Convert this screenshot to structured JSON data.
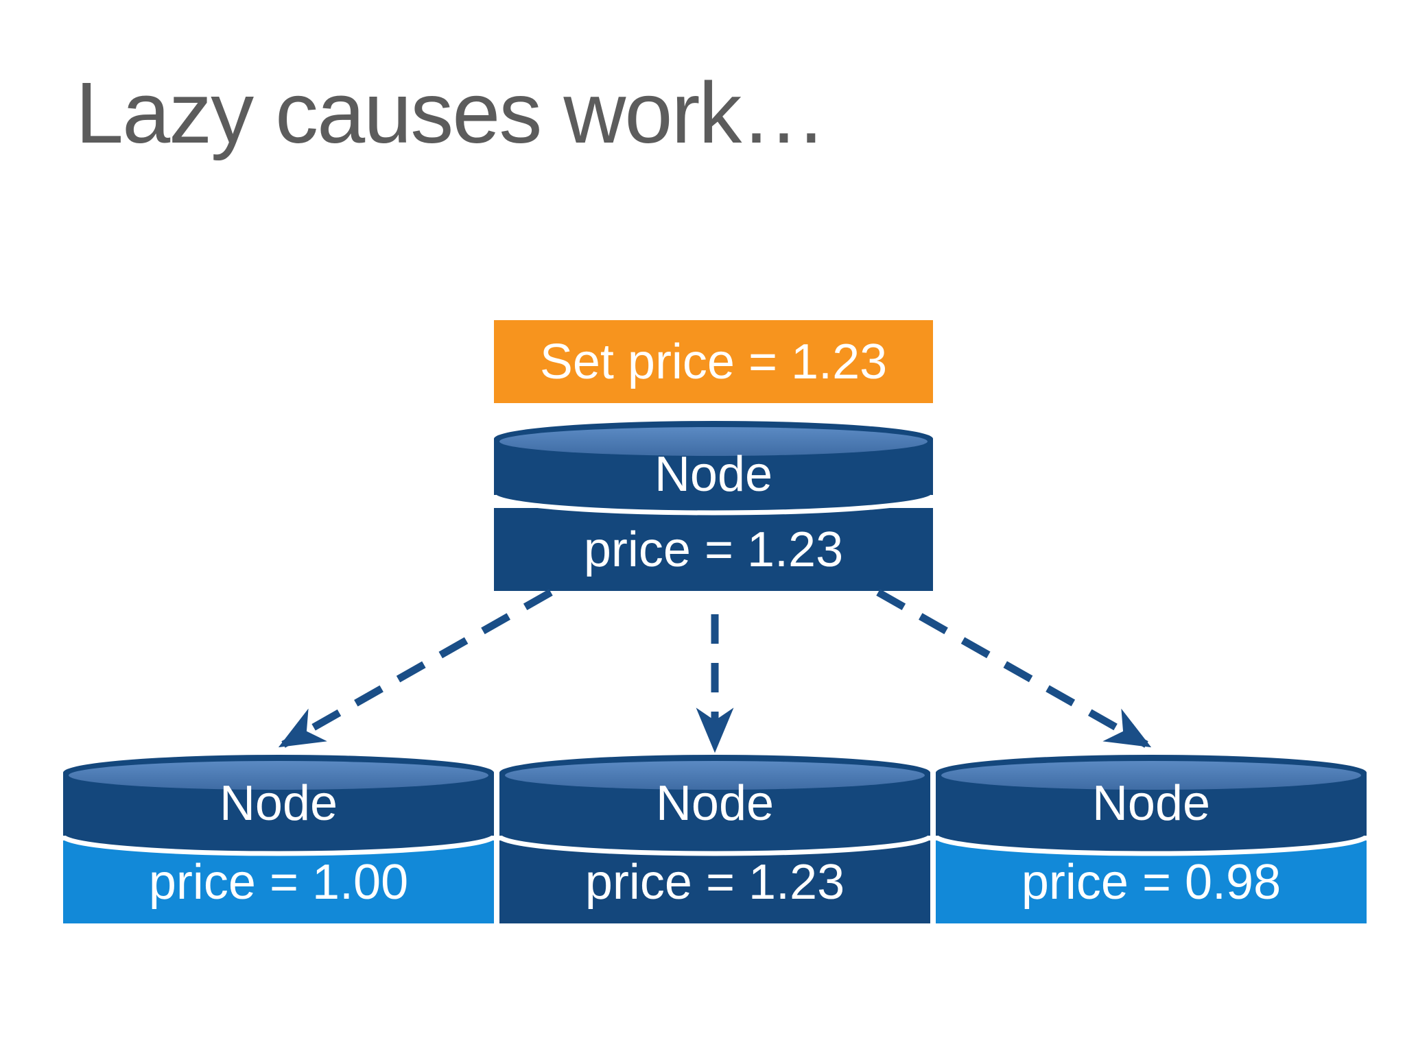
{
  "colors": {
    "background": "#ffffff",
    "title": "#5c5c5c",
    "accent_orange": "#f7941e",
    "navy": "#14477c",
    "bright_blue": "#1289d8",
    "cyl_top_light": "#5b8ac3",
    "cyl_top_dark": "#3f6ca4",
    "arrow": "#1a4e87",
    "text_on_fill": "#ffffff"
  },
  "title": "Lazy causes work…",
  "action_box": {
    "label": "Set price = 1.23"
  },
  "root": {
    "node_label": "Node",
    "price_label": "price = 1.23"
  },
  "children": [
    {
      "node_label": "Node",
      "price_label": "price = 1.00",
      "variant": "light"
    },
    {
      "node_label": "Node",
      "price_label": "price = 1.23",
      "variant": "dark"
    },
    {
      "node_label": "Node",
      "price_label": "price = 0.98",
      "variant": "light"
    }
  ]
}
